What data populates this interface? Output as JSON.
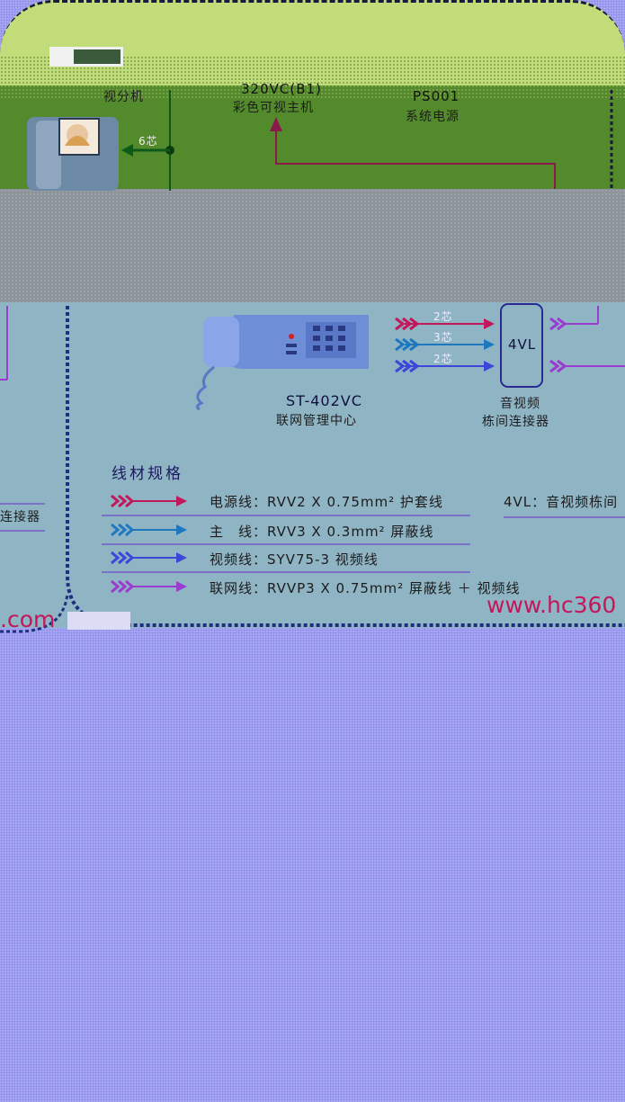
{
  "top_labels": {
    "indoor_unit": "视分机",
    "host_model": "320VC(B1)",
    "host_name": "彩色可视主机",
    "power_model": "PS001",
    "power_name": "系统电源",
    "core_6": "6芯"
  },
  "center": {
    "model": "ST-402VC",
    "name": "联网管理中心",
    "core_top": "2芯",
    "core_mid": "3芯",
    "core_bot": "2芯",
    "connector_code": "4VL",
    "connector_line1": "音视频",
    "connector_line2": "栋间连接器",
    "left_connector": "连接器"
  },
  "spec": {
    "title": "线材规格",
    "rows": [
      {
        "text": "电源线：RVV2 X 0.75mm² 护套线",
        "color": "#c2185b"
      },
      {
        "text": "主　线：RVV3 X 0.3mm² 屏蔽线",
        "color": "#1e78c0"
      },
      {
        "text": "视频线：SYV75-3  视频线",
        "color": "#3c46d8"
      },
      {
        "text": "联网线：RVVP3 X 0.75mm² 屏蔽线 ＋ 视频线",
        "color": "#9a3cd0"
      }
    ],
    "side_note": "4VL：音视频栋间"
  },
  "url_right": "www.hc360",
  "url_left": ".com",
  "colors": {
    "power": "#c2185b",
    "main": "#1e78c0",
    "video": "#3c46d8",
    "network": "#9a3cd0"
  }
}
